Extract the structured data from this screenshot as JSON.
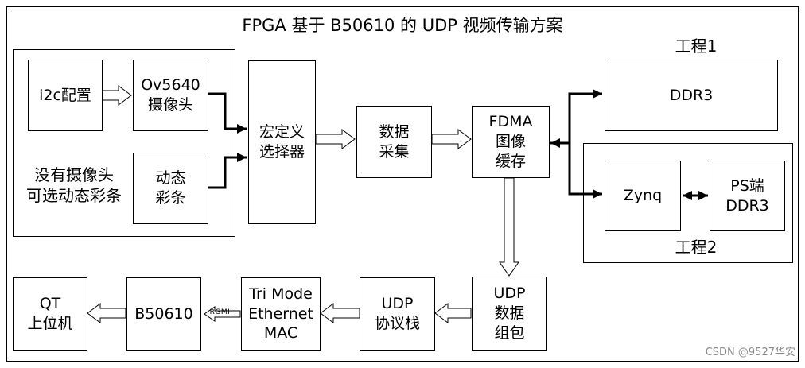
{
  "title": "FPGA 基于 B50610 的 UDP 视频传输方案",
  "labels": {
    "project1": "工程1",
    "project2": "工程2",
    "no_camera": "没有摄像头\n可选动态彩条",
    "rgmii": "RGMII",
    "watermark": "CSDN @9527华安"
  },
  "blocks": {
    "i2c": "i2c配置",
    "ov5640": "Ov5640\n摄像头",
    "dyncolor": "动态\n彩条",
    "macro": "宏定义\n选择器",
    "capture": "数据\n采集",
    "fdma": "FDMA\n图像\n缓存",
    "ddr3": "DDR3",
    "zynq": "Zynq",
    "psddr": "PS端\nDDR3",
    "udppack": "UDP\n数据\n组包",
    "udpstack": "UDP\n协议栈",
    "mac": "Tri Mode\nEthernet\nMAC",
    "b50610": "B50610",
    "qt": "QT\n上位机"
  },
  "colors": {
    "line": "#000000",
    "background": "#ffffff",
    "watermark": "#888888"
  }
}
